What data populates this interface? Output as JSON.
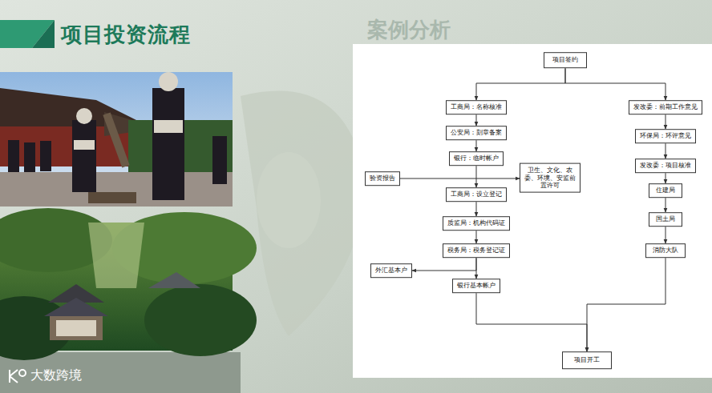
{
  "diagram": {
    "title": "项目投资流程",
    "nodes": [
      {
        "text": [
          "项目签约"
        ]
      },
      {
        "text": [
          "工商局：名称核准"
        ]
      },
      {
        "text": [
          "公安局：刻章备案"
        ]
      },
      {
        "text": [
          "银行：临时帐户"
        ]
      },
      {
        "text": [
          "验资报告"
        ]
      },
      {
        "text": [
          "卫生、文化、农委、环境、安监前置许可"
        ]
      },
      {
        "text": [
          "工商局：设立登记"
        ]
      },
      {
        "text": [
          "质监局：机构代码证"
        ]
      },
      {
        "text": [
          "税务局：税务登记证"
        ]
      },
      {
        "text": [
          "外汇基本户"
        ]
      },
      {
        "text": [
          "银行基本帐户"
        ]
      },
      {
        "text": [
          "发改委：前期工作意见"
        ]
      },
      {
        "text": [
          "环保局：环评意见"
        ]
      },
      {
        "text": [
          "发改委：项目核准"
        ]
      },
      {
        "text": [
          "住建局"
        ]
      },
      {
        "text": [
          "国土局"
        ]
      },
      {
        "text": [
          "消防大队"
        ]
      },
      {
        "text": [
          "项目开工"
        ]
      }
    ],
    "edges": [
      {
        "from": 0,
        "to": 1,
        "arrow": "to"
      },
      {
        "from": 0,
        "to": 11,
        "arrow": "to"
      },
      {
        "from": 1,
        "to": 2,
        "arrow": "to"
      },
      {
        "from": 2,
        "to": 3,
        "arrow": "to"
      },
      {
        "from": 3,
        "to": 6,
        "arrow": "to"
      },
      {
        "from": 4,
        "to": 5,
        "arrow": "to"
      },
      {
        "from": 6,
        "to": 7,
        "arrow": "to"
      },
      {
        "from": 7,
        "to": 8,
        "arrow": "to"
      },
      {
        "from": 8,
        "to": 10,
        "arrow": "to"
      },
      {
        "from": 8,
        "to": 9,
        "arrow": "to"
      },
      {
        "from": 10,
        "to": 17,
        "arrow": "to"
      },
      {
        "from": 11,
        "to": 12,
        "arrow": "to"
      },
      {
        "from": 12,
        "to": 13,
        "arrow": "to"
      },
      {
        "from": 13,
        "to": 14,
        "arrow": "to"
      },
      {
        "from": 14,
        "to": 15,
        "arrow": "to"
      },
      {
        "from": 15,
        "to": 16,
        "arrow": "to"
      },
      {
        "from": 16,
        "to": 17,
        "arrow": "to"
      }
    ],
    "labels": [
      "案例分析",
      "大数跨境"
    ]
  }
}
